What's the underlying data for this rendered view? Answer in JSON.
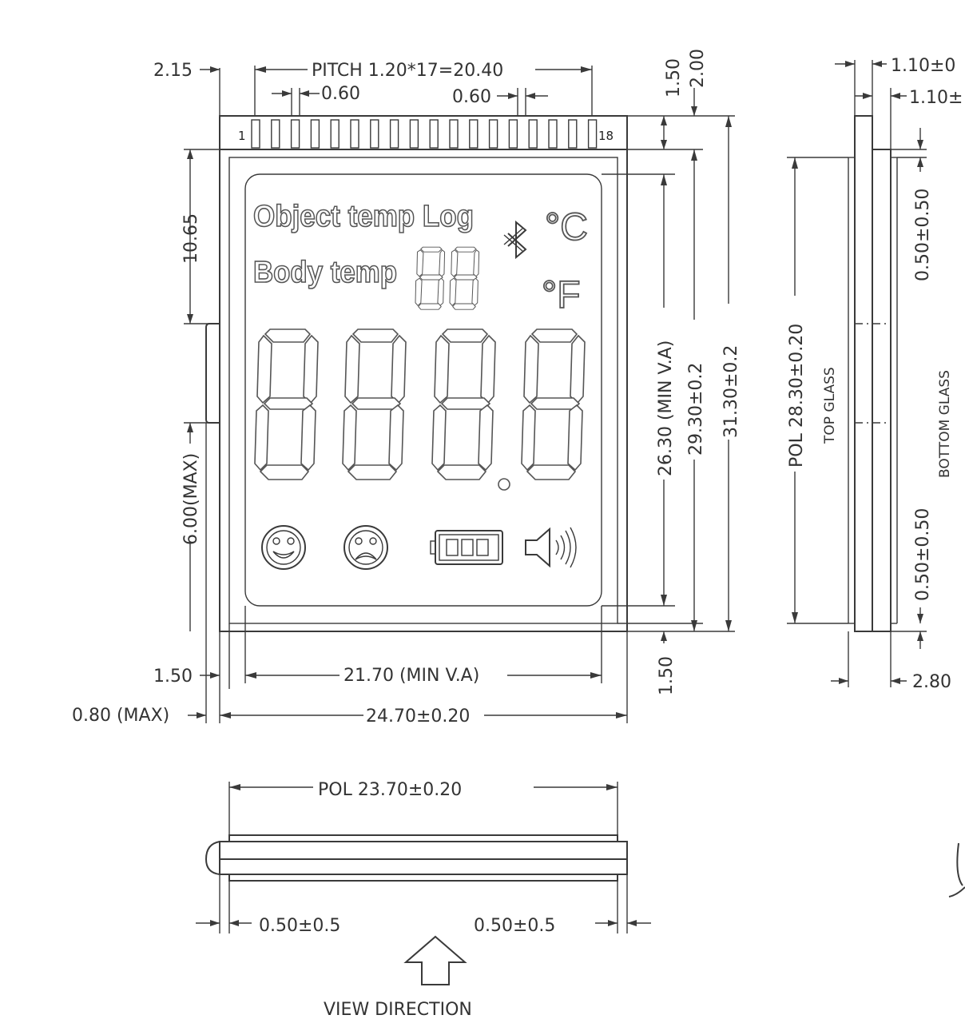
{
  "lcd": {
    "label_object": "Object temp Log",
    "label_body": "Body temp",
    "unit_c": "°C",
    "unit_f": "°F",
    "pin_first": "1",
    "pin_last": "18"
  },
  "icons": [
    "bluetooth-icon",
    "smiley-icon",
    "sad-face-icon",
    "battery-icon",
    "speaker-icon",
    "view-direction-arrow-icon"
  ],
  "dims": {
    "pitch": "PITCH  1.20*17=20.40",
    "pin_gap_left": "0.60",
    "pin_gap_right": "0.60",
    "left_offset": "2.15",
    "top_150": "1.50",
    "top_200": "2.00",
    "h_1065": "10.65",
    "h_600": "6.00(MAX)",
    "bottom_150_left": "1.50",
    "bottom_080": "0.80  (MAX)",
    "va_width": "21.70  (MIN  V.A)",
    "width": "24.70±0.20",
    "va_height": "26.30  (MIN  V.A)",
    "h_2930": "29.30±0.2",
    "h_3130": "31.30±0.2",
    "bottom_150_right": "1.50",
    "pol_width": "POL  23.70±0.20",
    "pol_left": "0.50±0.5",
    "pol_right": "0.50±0.5",
    "view_direction": "VIEW  DIRECTION",
    "side_110_a": "1.10±0",
    "side_110_b": "1.10±",
    "pol_height": "POL  28.30±0.20",
    "top_glass": "TOP  GLASS",
    "bottom_glass": "BOTTOM  GLASS",
    "side_050_top": "0.50±0.50",
    "side_050_bottom": "0.50±0.50",
    "side_280": "2.80"
  }
}
